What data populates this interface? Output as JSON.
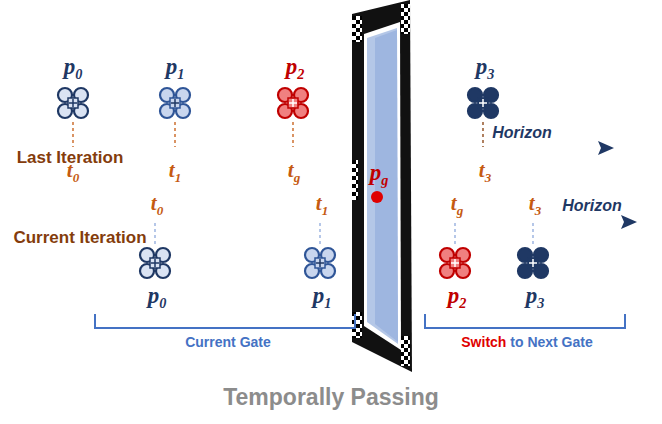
{
  "diagram": {
    "caption": "Temporally Passing",
    "labels": [
      "Last Iteration",
      "Horizon",
      "p0",
      "p1",
      "p2",
      "p3",
      "t0",
      "t1",
      "tg",
      "t3",
      "pg",
      "Current Iteration",
      "Horizon",
      "t0",
      "t1",
      "tg",
      "t3",
      "p0",
      "p1",
      "p2",
      "p3",
      "Current Gate",
      "Switch to Next Gate"
    ]
  }
}
